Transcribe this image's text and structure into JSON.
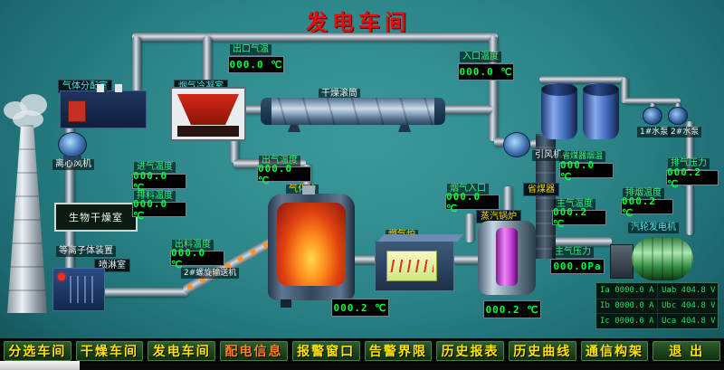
{
  "title": "发电车间",
  "labels": {
    "gas_distribution_room": "气体分配室",
    "flue_gas_condenser": "烟气冷凝室",
    "drying_drum": "干燥滚筒",
    "centrifugal_fan": "离心风机",
    "bio_drying_room": "生物干燥室",
    "plasma_device": "等离子体装置",
    "spray_room": "喷淋室",
    "gasifier": "气化炉",
    "screw_conveyor_2": "2#螺旋输送机",
    "gas_furnace": "燃气炉",
    "steam_boiler": "蒸汽锅炉",
    "economizer": "省煤器",
    "induced_draft_fan": "引风机",
    "turbo_generator": "汽轮发电机",
    "pump_1": "1#水泵",
    "pump_2": "2#水泵"
  },
  "displays": {
    "outlet_gas_temp": {
      "label": "出口气温",
      "value": "000.0 ℃"
    },
    "inlet_temp": {
      "label": "入口温度",
      "value": "000.0 ℃"
    },
    "intake_air_temp": {
      "label": "进气温度",
      "value": "000.0 ℃"
    },
    "discharge_material_temp": {
      "label": "排料温度",
      "value": "000.0 ℃"
    },
    "out_gas_temp": {
      "label": "出气温度",
      "value": "000.0 ℃"
    },
    "out_material_temp": {
      "label": "出料温度",
      "value": "000.0 ℃"
    },
    "flue_gas_inlet_temp": {
      "label": "烟气入口",
      "value": "000.0 ℃"
    },
    "economizer_flue_temp": {
      "label": "省煤器烟温",
      "value": "000.0 ℃"
    },
    "main_steam_temp": {
      "label": "主气温度",
      "value": "000.2 ℃"
    },
    "exhaust_smoke_temp": {
      "label": "排烟温度",
      "value": "000.2 ℃"
    },
    "exhaust_pressure": {
      "label": "排气压力",
      "value": "000.2 ℃"
    },
    "main_steam_pressure": {
      "label": "主气压力",
      "value": "000.0Pa"
    },
    "gasifier_chamber_temp": {
      "value": "000.2 ℃"
    },
    "boiler_chamber_temp": {
      "value": "000.2 ℃"
    }
  },
  "generator_panel": {
    "rows": [
      [
        "Ia 0000.0 A",
        "Uab 404.8 V"
      ],
      [
        "Ib 0000.0 A",
        "Ubc 404.8 V"
      ],
      [
        "Ic 0000.0 A",
        "Uca 404.8 V"
      ]
    ]
  },
  "menu": {
    "items": [
      "分选车间",
      "干燥车间",
      "发电车间",
      "配电信息",
      "报警窗口",
      "告警界限",
      "历史报表",
      "历史曲线",
      "通信构架",
      "退 出"
    ]
  },
  "colors": {
    "title_red": "#e01010",
    "display_green": "#00ff41",
    "menu_yellow": "#ffe400",
    "menu_orange": "#ff7f27",
    "background_teal": "#2c8689"
  }
}
